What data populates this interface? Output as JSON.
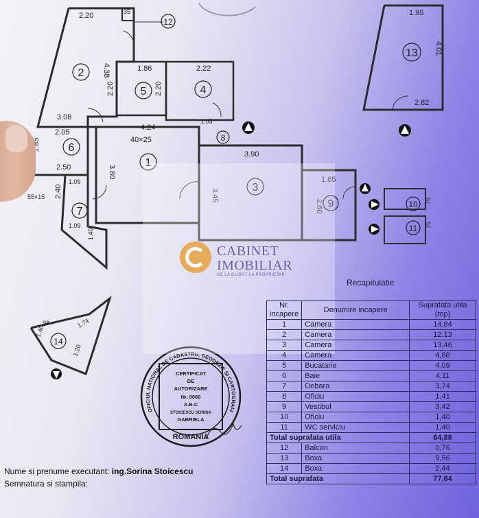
{
  "plan": {
    "dims": {
      "d220": "2.20",
      "d35": "35",
      "d438": "4.38",
      "d186": "1.86",
      "d222": "2.22",
      "d220b": "2.20",
      "d220c": "2.20",
      "d308": "3.08",
      "d424": "4.24",
      "d4025": "40×25",
      "d205": "2.05",
      "d185": "1.85",
      "d250": "2.50",
      "d380": "3.80",
      "d109": "1.09",
      "d5515": "55×15",
      "d240": "2.40",
      "d109b": "1.09",
      "d140": "1.40",
      "d390": "3.90",
      "d345": "3.45",
      "d165": "1.65",
      "d260": "2.60",
      "d75": "75",
      "d75b": "75",
      "d195": "1.95",
      "d401": "4.01",
      "d282": "2.82",
      "d98": "98",
      "d140b": "1.40",
      "d174": "1.74",
      "d120": "1.20",
      "d105": "1.05"
    },
    "rooms": [
      "1",
      "2",
      "3",
      "4",
      "5",
      "6",
      "7",
      "9",
      "10",
      "11",
      "12",
      "13",
      "14"
    ],
    "room8": "8"
  },
  "stamp": {
    "lines": [
      "CERTIFICAT",
      "DE",
      "AUTORIZARE",
      "Nr. 0066",
      "A.B.C",
      "STOICESCU SORINA",
      "GABRIELA"
    ],
    "ring": "OFICIUL NATIONAL DE CADASTRU, GEODEZIE SI CARTOGRAFIE",
    "country": "ROMANIA"
  },
  "watermark": {
    "line1": "CABINET",
    "line2": "IMOBILIAR",
    "tagline": "DE LA CLIENT LA PROPRIETAR"
  },
  "recap": {
    "title": "Recapitulatie",
    "headers": {
      "nr": "Nr. incapere",
      "den": "Denumire incapere",
      "sup": "Suprafata utila (mp)"
    },
    "rows": [
      {
        "n": "1",
        "name": "Camera",
        "area": "14,84"
      },
      {
        "n": "2",
        "name": "Camera",
        "area": "12,13"
      },
      {
        "n": "3",
        "name": "Camera",
        "area": "13,46"
      },
      {
        "n": "4",
        "name": "Camera",
        "area": "4,88"
      },
      {
        "n": "5",
        "name": "Bucatarie",
        "area": "4,09"
      },
      {
        "n": "6",
        "name": "Baie",
        "area": "4,11"
      },
      {
        "n": "7",
        "name": "Debara",
        "area": "3,74"
      },
      {
        "n": "8",
        "name": "Oficiu",
        "area": "1,41"
      },
      {
        "n": "9",
        "name": "Vestibul",
        "area": "3,42"
      },
      {
        "n": "10",
        "name": "Oficiu",
        "area": "1,40"
      },
      {
        "n": "11",
        "name": "WC serviciu",
        "area": "1,40"
      }
    ],
    "total_util_label": "Total suprafata utila",
    "total_util": "64,88",
    "extra": [
      {
        "n": "12",
        "name": "Balcon",
        "area": "0,76"
      },
      {
        "n": "13",
        "name": "Boxa",
        "area": "9,56"
      },
      {
        "n": "14",
        "name": "Boxa",
        "area": "2,44"
      }
    ],
    "total_label": "Total suprafata",
    "total": "77,64"
  },
  "footer": {
    "name_label": "Nume si prenume executant:",
    "name_value": "ing.Sorina Stoicescu",
    "sign_label": "Semnatura si stampila:"
  }
}
